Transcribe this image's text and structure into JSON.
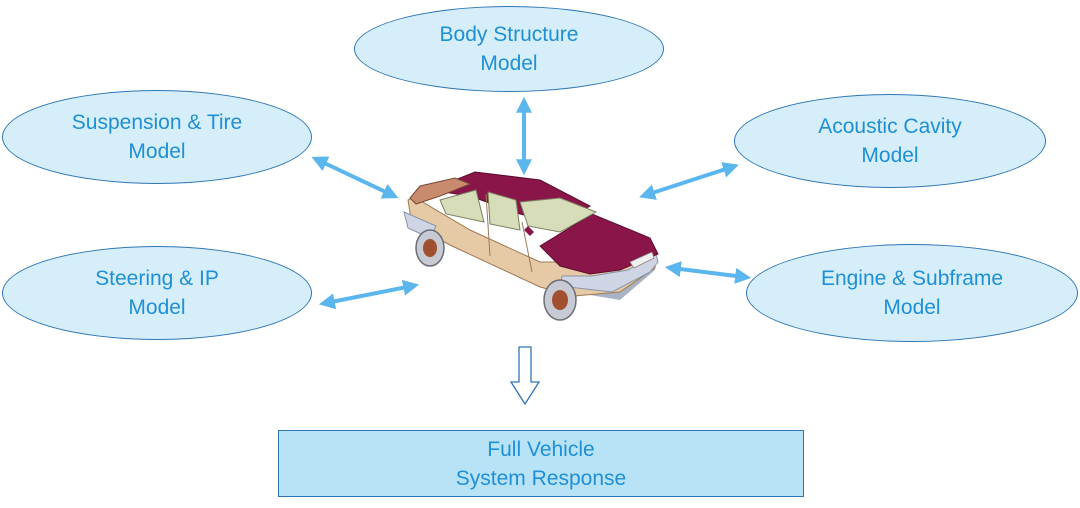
{
  "nodes": {
    "body_structure": [
      "Body Structure",
      "Model"
    ],
    "suspension_tire": [
      "Suspension & Tire",
      "Model"
    ],
    "acoustic_cavity": [
      "Acoustic Cavity",
      "Model"
    ],
    "steering_ip": [
      "Steering & IP",
      "Model"
    ],
    "engine_subframe": [
      "Engine & Subframe",
      "Model"
    ]
  },
  "result": [
    "Full Vehicle",
    "System Response"
  ],
  "colors": {
    "ellipse_fill": "#d6eef9",
    "box_fill": "#b8e3f6",
    "border": "#2e75b6",
    "text": "#1f8fd6",
    "arrow": "#5bb6ee",
    "car_body": "#8a1549",
    "car_panel": "#e6c9a5",
    "car_window": "#d7ddb9"
  }
}
